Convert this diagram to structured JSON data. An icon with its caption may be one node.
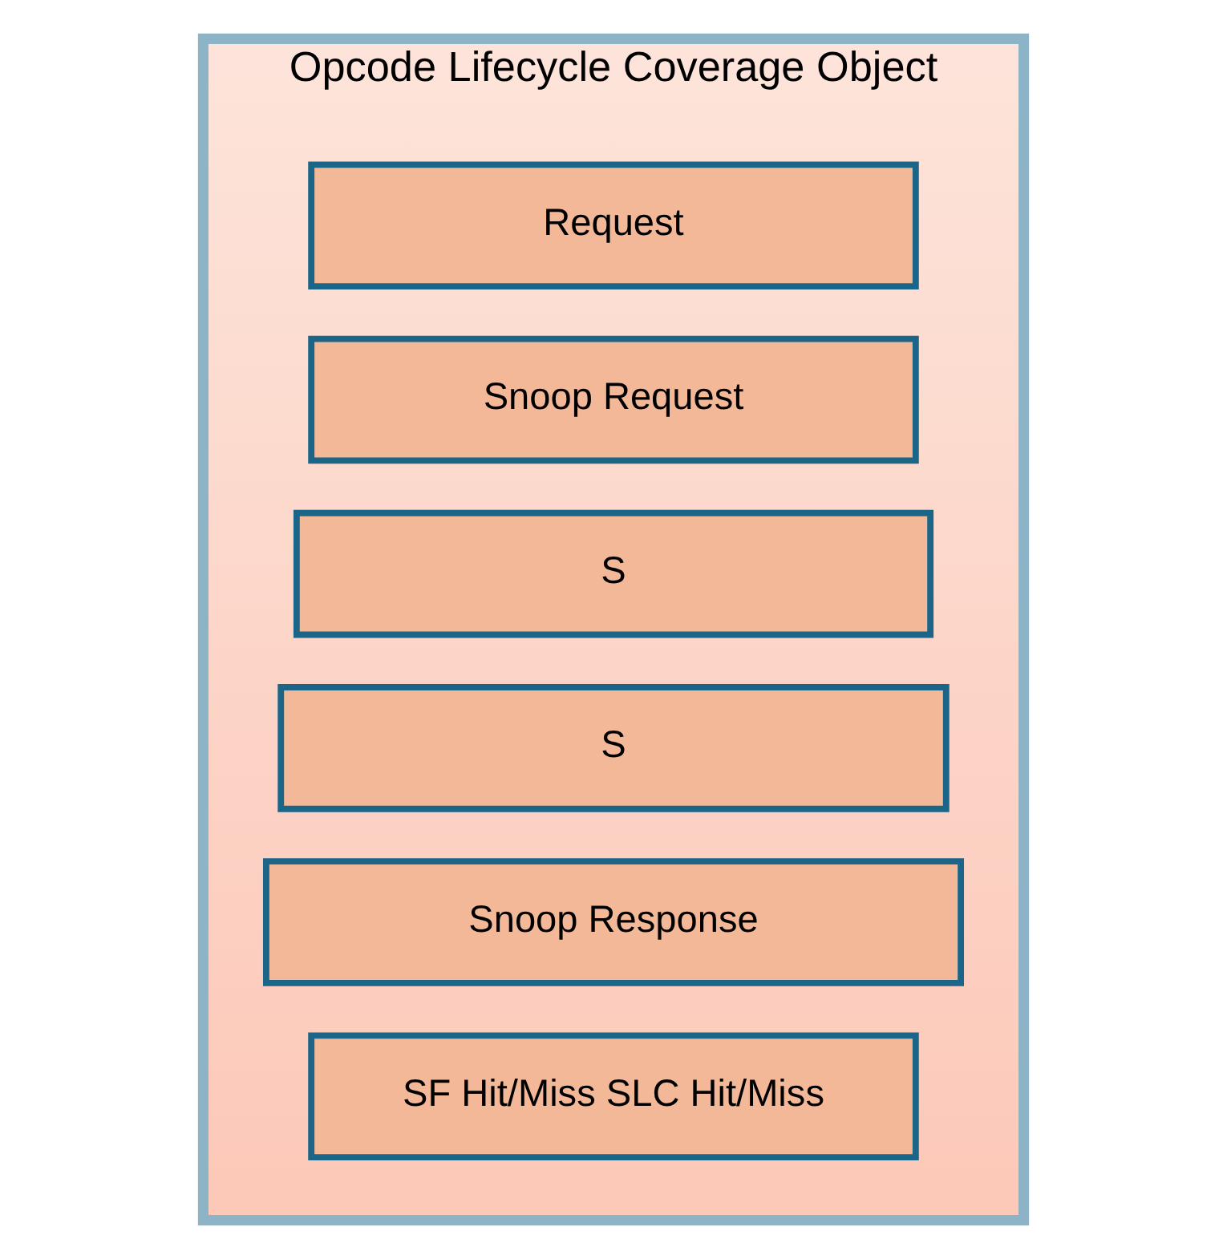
{
  "diagram": {
    "nodes": [
      {
        "text": [
          "Opcode Lifecycle Coverage Object"
        ]
      },
      {
        "text": [
          "Request"
        ],
        "in": 0
      },
      {
        "text": [
          "Snoop Request"
        ],
        "in": 0
      },
      {
        "text": [
          "S"
        ],
        "in": 0
      },
      {
        "text": [
          "S"
        ],
        "in": 0
      },
      {
        "text": [
          "Snoop Response"
        ],
        "in": 0
      },
      {
        "text": [
          "SF Hit/Miss SLC Hit/Miss"
        ],
        "in": 0
      }
    ],
    "edges": []
  }
}
